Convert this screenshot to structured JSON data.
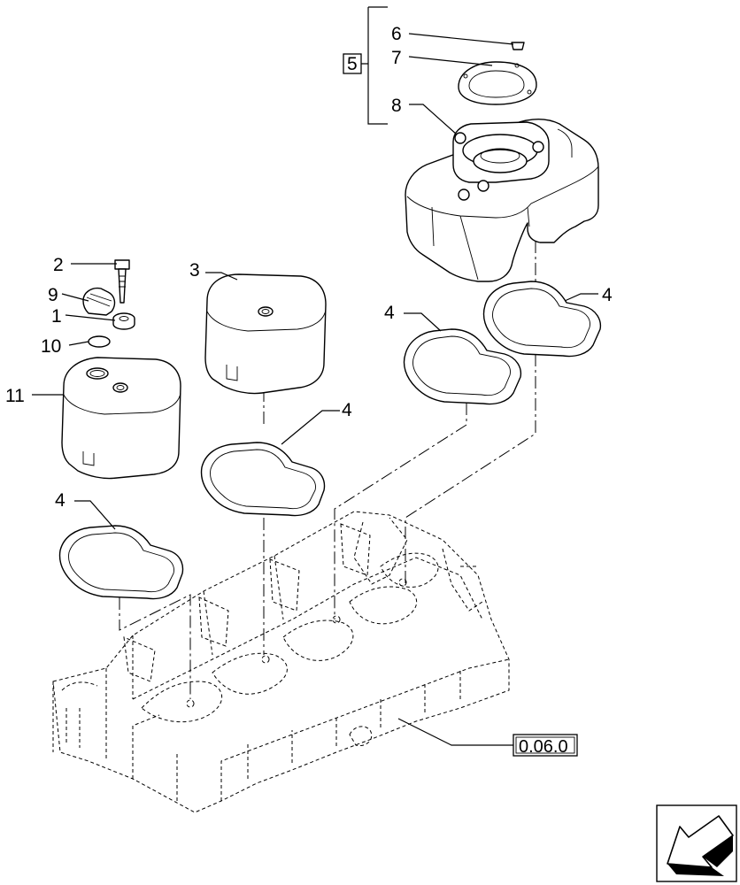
{
  "callouts": [
    {
      "id": "c6",
      "text": "6"
    },
    {
      "id": "c7",
      "text": "7"
    },
    {
      "id": "c8",
      "text": "8"
    },
    {
      "id": "c5",
      "text": "5"
    },
    {
      "id": "c2",
      "text": "2"
    },
    {
      "id": "c9",
      "text": "9"
    },
    {
      "id": "c1",
      "text": "1"
    },
    {
      "id": "c10",
      "text": "10"
    },
    {
      "id": "c11",
      "text": "11"
    },
    {
      "id": "c3",
      "text": "3"
    },
    {
      "id": "c4a",
      "text": "4"
    },
    {
      "id": "c4b",
      "text": "4"
    },
    {
      "id": "c4c",
      "text": "4"
    },
    {
      "id": "c4d",
      "text": "4"
    }
  ],
  "reference": {
    "text": "0.06.0"
  },
  "nav_icon": "arrow-down-left-icon"
}
